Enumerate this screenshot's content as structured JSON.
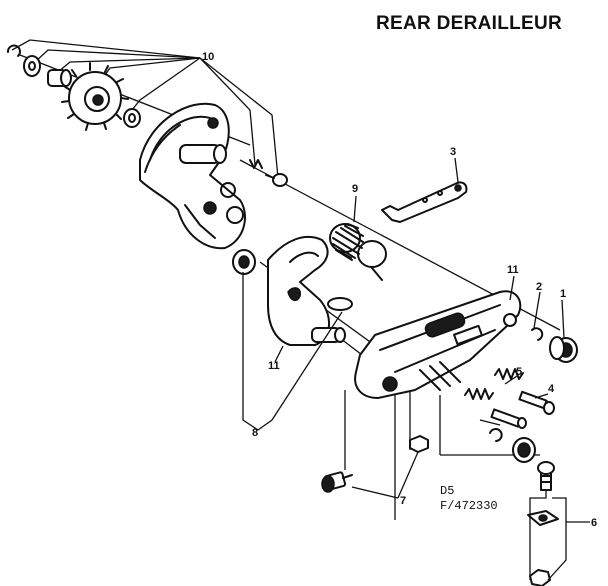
{
  "title": "REAR DERAILLEUR",
  "diagram_code": "D5",
  "part_number": "F/472330",
  "callouts": [
    {
      "id": "c1",
      "label": "1"
    },
    {
      "id": "c2",
      "label": "2"
    },
    {
      "id": "c3",
      "label": "3"
    },
    {
      "id": "c4",
      "label": "4"
    },
    {
      "id": "c5",
      "label": "5"
    },
    {
      "id": "c6",
      "label": "6"
    },
    {
      "id": "c7",
      "label": "7"
    },
    {
      "id": "c8",
      "label": "8"
    },
    {
      "id": "c9",
      "label": "9"
    },
    {
      "id": "c10",
      "label": "10"
    },
    {
      "id": "c11a",
      "label": "11"
    },
    {
      "id": "c11b",
      "label": "11"
    }
  ]
}
